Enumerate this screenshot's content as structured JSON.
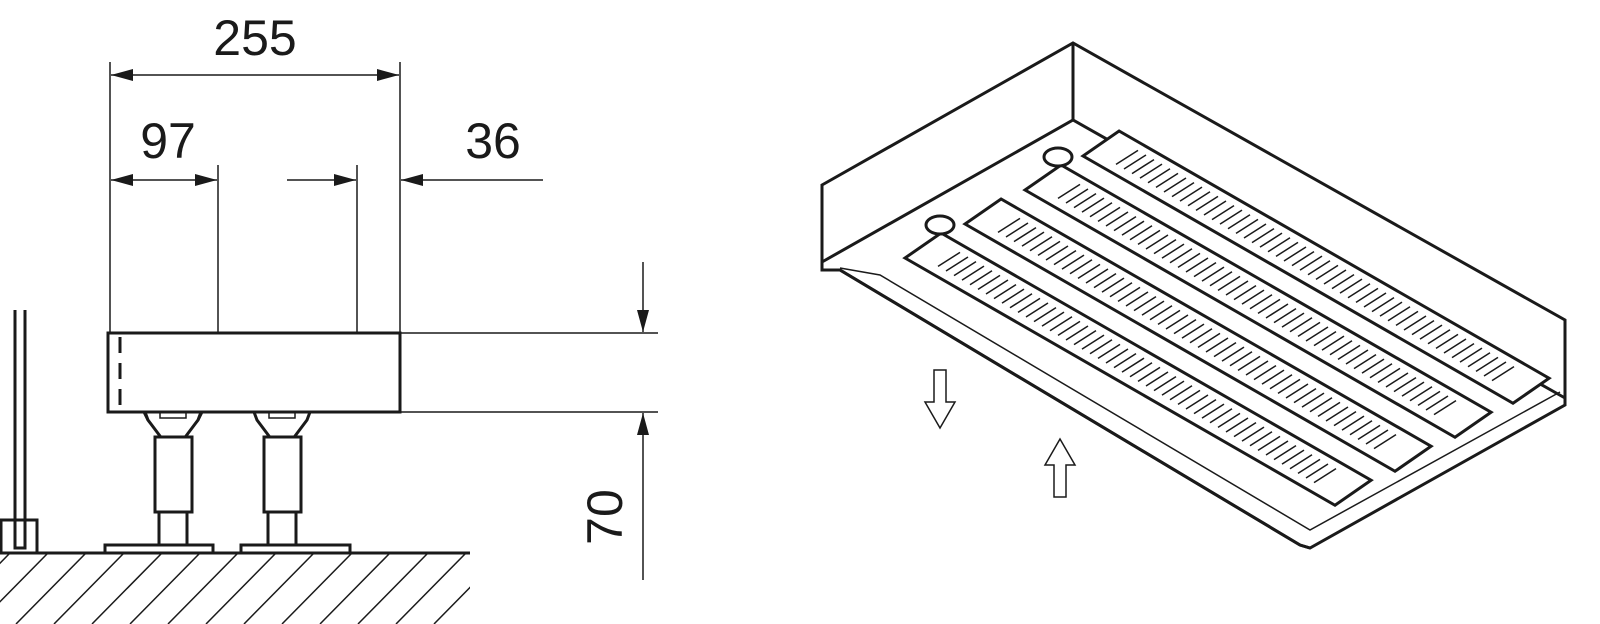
{
  "dimensions": {
    "overall_width": "255",
    "left_offset": "97",
    "right_offset": "36",
    "height_above_floor": "70"
  },
  "colors": {
    "line": "#1a1a1a",
    "background": "#ffffff"
  }
}
